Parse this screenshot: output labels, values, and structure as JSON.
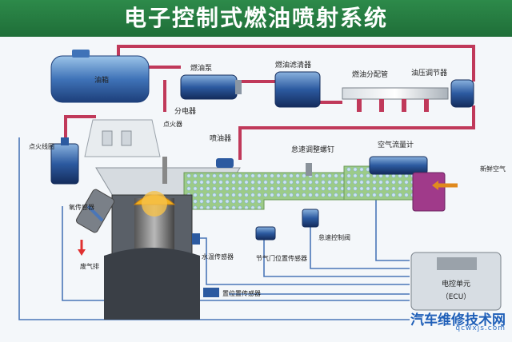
{
  "title": "电子控制式燃油喷射系统",
  "labels": {
    "fuel_tank": "油箱",
    "fuel_pump": "燃油泵",
    "fuel_filter": "燃油滤清器",
    "fuel_rail": "燃油分配管",
    "pressure_regulator": "油压调节器",
    "distributor": "分电器",
    "ignition_coil": "点火线圈",
    "spark_plug": "点火器",
    "injector": "喷油器",
    "idle_adjust_screw": "怠速调整螺钉",
    "air_flow_meter": "空气流量计",
    "fresh_air": "新鲜空气",
    "oxygen_sensor": "氧传感器",
    "exhaust": "废气排",
    "coolant_temp_sensor": "水温传感器",
    "throttle_position_sensor": "节气门位置传感器",
    "idle_control_valve": "怠速控制阀",
    "position_sensor": "置位置传感器",
    "ecu_line1": "电控单元",
    "ecu_line2": "（ECU）"
  },
  "watermark": {
    "name": "汽车维修技术网",
    "url": "qcwxjs.com"
  },
  "colors": {
    "title_bg": "#2d8a4a",
    "fuel_line": "#c0395a",
    "signal_line": "#4a76b8",
    "piston": "#f0b020",
    "air_flow": "#7fb3d9"
  }
}
